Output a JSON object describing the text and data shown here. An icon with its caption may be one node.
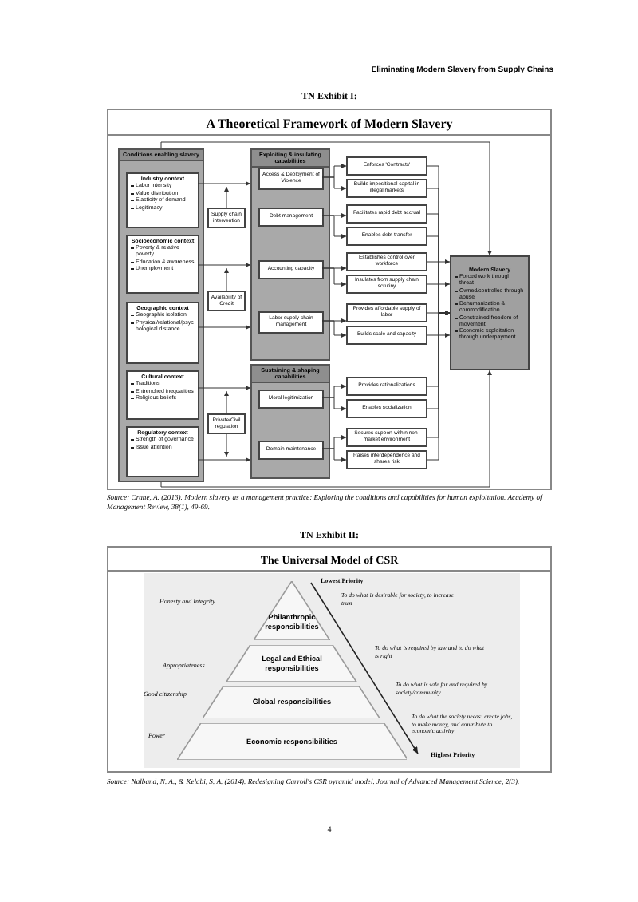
{
  "diagram": {
    "nodes": [
      {
        "text": [
          "Conditions enabling slavery"
        ]
      },
      {
        "text": [
          "Industry context",
          "Labor intensity",
          "Value distribution",
          "Elasticity of demand",
          "Legitimacy"
        ],
        "in": 0
      },
      {
        "text": [
          "Socioeconomic context",
          "Poverty & relative poverty",
          "Education & awareness",
          "Unemployment"
        ],
        "in": 0
      },
      {
        "text": [
          "Geographic context",
          "Geographic isolation",
          "Physical/relational/psychological distance"
        ],
        "in": 0
      },
      {
        "text": [
          "Cultural context",
          "Traditions",
          "Entrenched inequalities",
          "Religious beliefs"
        ],
        "in": 0
      },
      {
        "text": [
          "Regulatory context",
          "Strength of governance",
          "Issue attention"
        ],
        "in": 0
      },
      {
        "text": [
          "Supply chain intervention"
        ]
      },
      {
        "text": [
          "Availability of Credit"
        ]
      },
      {
        "text": [
          "Private/Civil regulation"
        ]
      },
      {
        "text": [
          "Exploiting & insulating capabilities"
        ]
      },
      {
        "text": [
          "Access & Deployment of Violence"
        ],
        "in": 9
      },
      {
        "text": [
          "Debt management"
        ],
        "in": 9
      },
      {
        "text": [
          "Accounting capacity"
        ],
        "in": 9
      },
      {
        "text": [
          "Labor supply chain management"
        ],
        "in": 9
      },
      {
        "text": [
          "Sustaining & shaping capabilities"
        ]
      },
      {
        "text": [
          "Moral legitimization"
        ],
        "in": 14
      },
      {
        "text": [
          "Domain maintenance"
        ],
        "in": 14
      },
      {
        "text": [
          "Enforces 'Contracts'"
        ]
      },
      {
        "text": [
          "Builds impositional capital in illegal markets"
        ]
      },
      {
        "text": [
          "Facilitates rapid debt accrual"
        ]
      },
      {
        "text": [
          "Enables debt transfer"
        ]
      },
      {
        "text": [
          "Establishes control over workforce"
        ]
      },
      {
        "text": [
          "Insulates from supply chain scrutiny"
        ]
      },
      {
        "text": [
          "Provides affordable supply of labor"
        ]
      },
      {
        "text": [
          "Builds scale and capacity"
        ]
      },
      {
        "text": [
          "Provides rationalizations"
        ]
      },
      {
        "text": [
          "Enables socialization"
        ]
      },
      {
        "text": [
          "Secures support within non-market environment"
        ]
      },
      {
        "text": [
          "Raises interdependence and shares risk"
        ]
      },
      {
        "text": [
          "Modern Slavery",
          "Forced work through threat",
          "Owned/controlled through abuse",
          "Dehumanization & commodification",
          "Constrained freedom of movement",
          "Economic exploitation through underpayment"
        ]
      },
      {
        "text": [
          "Philanthropic responsibilities"
        ]
      },
      {
        "text": [
          "Legal and Ethical responsibilities"
        ]
      },
      {
        "text": [
          "Global responsibilities"
        ]
      },
      {
        "text": [
          "Economic responsibilities"
        ]
      }
    ],
    "edges": [
      {
        "from": 0,
        "to": 29,
        "arrow": "to"
      },
      {
        "from": 0,
        "to": 29,
        "arrow": "to"
      },
      {
        "from": 1,
        "to": 9,
        "arrow": "to"
      },
      {
        "from": 2,
        "to": 9,
        "arrow": "to"
      },
      {
        "from": 3,
        "to": 9,
        "arrow": "to"
      },
      {
        "from": 4,
        "to": 14,
        "arrow": "to"
      },
      {
        "from": 5,
        "to": 14,
        "arrow": "to"
      },
      {
        "from": 6,
        "to": null,
        "arrow": "to"
      },
      {
        "from": 7,
        "to": null,
        "arrow": "to"
      },
      {
        "from": 8,
        "to": null,
        "arrow": "to"
      },
      {
        "from": 8,
        "to": null,
        "arrow": "to"
      },
      {
        "from": 10,
        "to": 17,
        "arrow": "to"
      },
      {
        "from": 10,
        "to": 18,
        "arrow": "to"
      },
      {
        "from": 11,
        "to": 19,
        "arrow": "to"
      },
      {
        "from": 11,
        "to": 20,
        "arrow": "to"
      },
      {
        "from": 12,
        "to": 21,
        "arrow": "to"
      },
      {
        "from": 12,
        "to": 22,
        "arrow": "to"
      },
      {
        "from": 13,
        "to": 23,
        "arrow": "to"
      },
      {
        "from": 13,
        "to": 24,
        "arrow": "to"
      },
      {
        "from": 15,
        "to": 25,
        "arrow": "to"
      },
      {
        "from": 15,
        "to": 26,
        "arrow": "to"
      },
      {
        "from": 16,
        "to": 27,
        "arrow": "to"
      },
      {
        "from": 16,
        "to": 28,
        "arrow": "to"
      },
      {
        "from": 17,
        "to": 29,
        "arrow": "to"
      },
      {
        "from": 18,
        "to": 29,
        "arrow": "to"
      },
      {
        "from": 19,
        "to": 29,
        "arrow": "to"
      },
      {
        "from": 20,
        "to": 29,
        "arrow": "to"
      },
      {
        "from": 21,
        "to": 29,
        "arrow": "to"
      },
      {
        "from": 22,
        "to": 29,
        "arrow": "to"
      },
      {
        "from": 23,
        "to": 29,
        "arrow": "to"
      },
      {
        "from": 24,
        "to": 29,
        "arrow": "to"
      },
      {
        "from": 25,
        "to": 29,
        "arrow": "to"
      },
      {
        "from": 26,
        "to": 29,
        "arrow": "to"
      },
      {
        "from": 27,
        "to": 29,
        "arrow": "to"
      },
      {
        "from": 28,
        "to": 29,
        "arrow": "to"
      }
    ],
    "labels": [
      "Eliminating Modern Slavery from Supply Chains",
      "TN Exhibit I:",
      "A Theoretical Framework of Modern Slavery",
      "Source: Crane, A. (2013). Modern slavery as a management practice: Exploring the conditions and capabilities for human exploitation. Academy of Management Review, 38(1), 49-69.",
      "TN Exhibit II:",
      "The Universal Model of CSR",
      "Lowest Priority",
      "Honesty and Integrity",
      "To do what is desirable for society, to increase trust",
      "Appropriateness",
      "To do what is required by law and to do what is right",
      "Good citizenship",
      "To do what is safe for and required by society/community",
      "Power",
      "To do what the society needs: create jobs, to make money, and contribute to economic activity",
      "Highest Priority",
      "Source: Nalband, N. A., & Kelabi, S. A. (2014). Redesigning Carroll's CSR pyramid model. Journal of Advanced Management Science, 2(3).",
      "4"
    ]
  }
}
